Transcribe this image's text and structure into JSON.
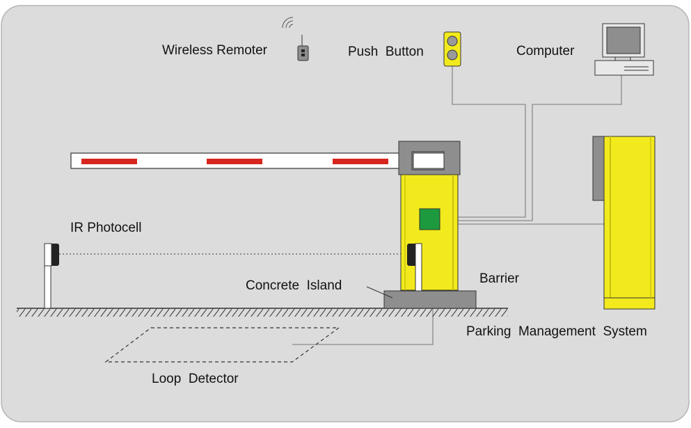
{
  "labels": {
    "wireless_remoter": "Wireless Remoter",
    "push_button": "Push  Button",
    "computer": "Computer",
    "ir_photocell": "IR Photocell",
    "concrete_island": "Concrete  Island",
    "barrier": "Barrier",
    "parking_management_system": "Parking  Management  System",
    "loop_detector": "Loop  Detector"
  },
  "colors": {
    "background_panel": "#dcdcdc",
    "barrier_yellow": "#f2ea1c",
    "boom_stripe_red": "#d7261e",
    "controller_green": "#1e9a3e",
    "housing_gray": "#8e8e8e",
    "wire_gray": "#8a8a8a"
  },
  "icons": {
    "wireless_remote": "remote-control-icon",
    "push_button": "push-button-icon",
    "computer": "computer-icon",
    "ir_photocell": "photocell-icon"
  }
}
